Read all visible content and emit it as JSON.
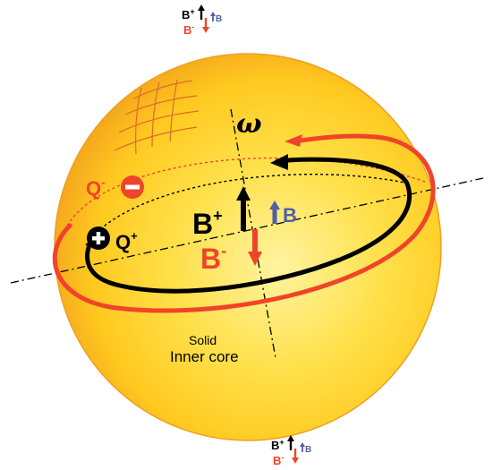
{
  "colors": {
    "sphere_center": "#fff4a0",
    "sphere_mid": "#ffd31f",
    "sphere_edge": "#f4a61c",
    "red": "#f0442a",
    "black": "#000000",
    "blue": "#4f5fa8",
    "axis": "#000000"
  },
  "symbols": {
    "omega": "ω",
    "b_plus": "B",
    "b_minus": "B",
    "b_blue": "B",
    "sup_plus": "+",
    "sup_minus": "-",
    "q_plus": "Q",
    "q_minus": "Q"
  },
  "labels": {
    "solid": "Solid",
    "inner_core": "Inner core"
  },
  "legend_top": {
    "b_plus": "B",
    "b_minus": "B",
    "b_blue": "B",
    "sup_plus": "+",
    "sup_minus": "-"
  },
  "legend_bottom": {
    "b_plus": "B",
    "b_minus": "B",
    "b_blue": "B",
    "sup_plus": "+",
    "sup_minus": "-"
  },
  "icons": [
    "plus-charge-icon",
    "minus-charge-icon",
    "latitude-grid-icon"
  ]
}
